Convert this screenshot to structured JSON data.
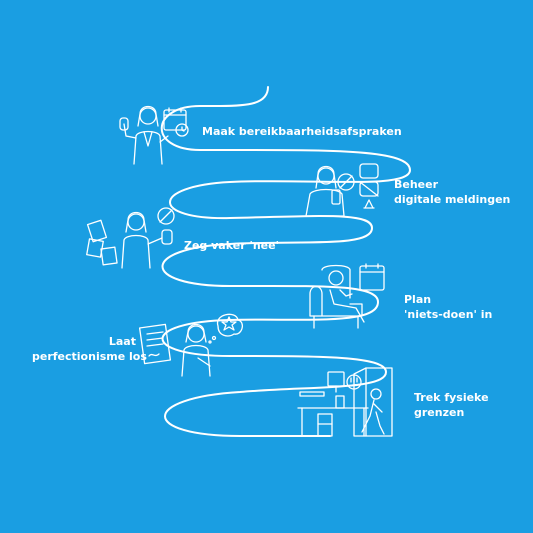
{
  "steps": [
    {
      "id": "afspraken",
      "lines": [
        "Maak bereikbaarheidsafspraken"
      ],
      "icon": "woman-with-calendar-and-clock-icon"
    },
    {
      "id": "meldingen",
      "lines": [
        "Beheer",
        "digitale meldingen"
      ],
      "icon": "woman-with-phone-and-muted-notifications-icon"
    },
    {
      "id": "nee",
      "lines": [
        "Zeg vaker 'nee'"
      ],
      "icon": "woman-holding-up-hand-with-documents-icon"
    },
    {
      "id": "niets-doen",
      "lines": [
        "Plan",
        "'niets-doen' in"
      ],
      "icon": "woman-relaxing-in-armchair-with-calendar-icon"
    },
    {
      "id": "perfectionisme",
      "lines": [
        "Laat",
        "perfectionisme los"
      ],
      "icon": "woman-with-document-and-star-thought-icon"
    },
    {
      "id": "grenzen",
      "lines": [
        "Trek fysieke",
        "grenzen"
      ],
      "icon": "person-leaving-desk-through-door-icon"
    }
  ],
  "colors": {
    "background": "#1a9ee2",
    "line": "#ffffff"
  }
}
